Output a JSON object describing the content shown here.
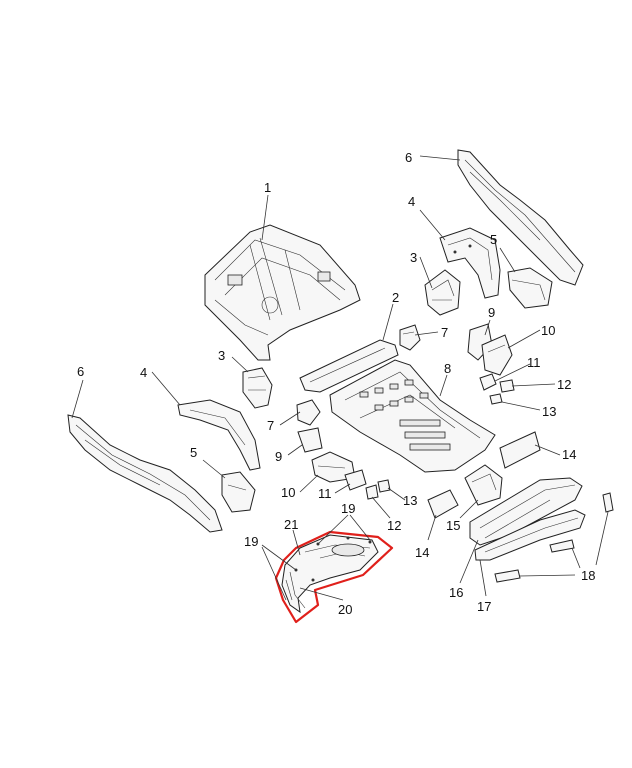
{
  "diagram": {
    "highlight_color": "#e0201b",
    "callouts": [
      {
        "id": "c1",
        "text": "1"
      },
      {
        "id": "c2",
        "text": "2"
      },
      {
        "id": "c3a",
        "text": "3"
      },
      {
        "id": "c3b",
        "text": "3"
      },
      {
        "id": "c4a",
        "text": "4"
      },
      {
        "id": "c4b",
        "text": "4"
      },
      {
        "id": "c5a",
        "text": "5"
      },
      {
        "id": "c5b",
        "text": "5"
      },
      {
        "id": "c6a",
        "text": "6"
      },
      {
        "id": "c6b",
        "text": "6"
      },
      {
        "id": "c7a",
        "text": "7"
      },
      {
        "id": "c7b",
        "text": "7"
      },
      {
        "id": "c8",
        "text": "8"
      },
      {
        "id": "c9a",
        "text": "9"
      },
      {
        "id": "c9b",
        "text": "9"
      },
      {
        "id": "c10a",
        "text": "10"
      },
      {
        "id": "c10b",
        "text": "10"
      },
      {
        "id": "c11a",
        "text": "11"
      },
      {
        "id": "c11b",
        "text": "11"
      },
      {
        "id": "c12a",
        "text": "12"
      },
      {
        "id": "c12b",
        "text": "12"
      },
      {
        "id": "c13a",
        "text": "13"
      },
      {
        "id": "c13b",
        "text": "13"
      },
      {
        "id": "c14a",
        "text": "14"
      },
      {
        "id": "c14b",
        "text": "14"
      },
      {
        "id": "c15",
        "text": "15"
      },
      {
        "id": "c16",
        "text": "16"
      },
      {
        "id": "c17",
        "text": "17"
      },
      {
        "id": "c18",
        "text": "18"
      },
      {
        "id": "c19a",
        "text": "19"
      },
      {
        "id": "c19b",
        "text": "19"
      },
      {
        "id": "c20",
        "text": "20"
      },
      {
        "id": "c21",
        "text": "21"
      }
    ]
  }
}
